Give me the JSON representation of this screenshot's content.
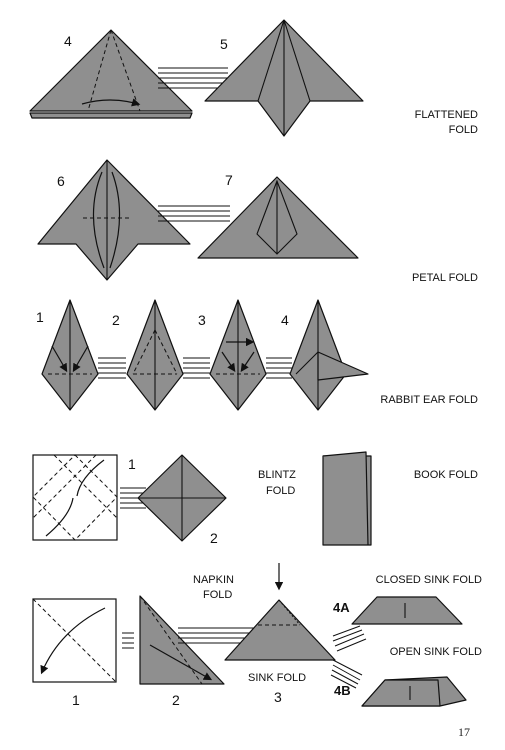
{
  "colors": {
    "paper": "#8f8f8f",
    "ink": "#111111",
    "background": "#ffffff"
  },
  "row1": {
    "step_a": "4",
    "step_b": "5",
    "caption_line1": "FLATTENED",
    "caption_line2": "FOLD"
  },
  "row2": {
    "step_a": "6",
    "step_b": "7",
    "caption": "PETAL FOLD"
  },
  "row3": {
    "steps": [
      "1",
      "2",
      "3",
      "4"
    ],
    "caption": "RABBIT EAR FOLD"
  },
  "row4": {
    "step_a": "1",
    "step_b": "2",
    "blintz_line1": "BLINTZ",
    "blintz_line2": "FOLD",
    "book_caption": "BOOK FOLD"
  },
  "row5": {
    "napkin_line1": "NAPKIN",
    "napkin_line2": "FOLD",
    "closed_caption": "CLOSED SINK FOLD",
    "open_caption": "OPEN SINK FOLD",
    "tag_a": "4A",
    "tag_b": "4B",
    "sink_caption": "SINK FOLD",
    "steps": [
      "1",
      "2",
      "3"
    ]
  },
  "page_number": "17"
}
